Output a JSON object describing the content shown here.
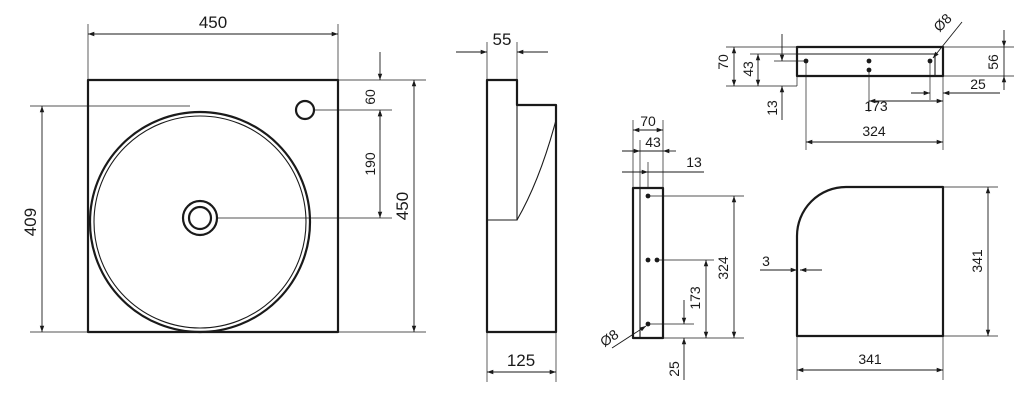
{
  "top_view": {
    "width_label": "450",
    "height_label": "450",
    "bowl_height_label": "409",
    "tap_offset_label": "60",
    "drain_offset_label": "190"
  },
  "side_view": {
    "top_width_label": "55",
    "bottom_width_label": "125"
  },
  "back_view": {
    "width_70_label": "70",
    "width_43_label": "43",
    "width_13_label": "13",
    "height_324_label": "324",
    "height_173_label": "173",
    "bottom_25_label": "25",
    "hole_label": "Ø8"
  },
  "end_view": {
    "height_70_label": "70",
    "height_43_label": "43",
    "height_13_label": "13",
    "height_56_label": "56",
    "length_173_label": "173",
    "length_25_label": "25",
    "length_324_label": "324",
    "hole_label": "Ø8"
  },
  "plan_view": {
    "width_label": "341",
    "height_label": "341",
    "wall_label": "3"
  }
}
